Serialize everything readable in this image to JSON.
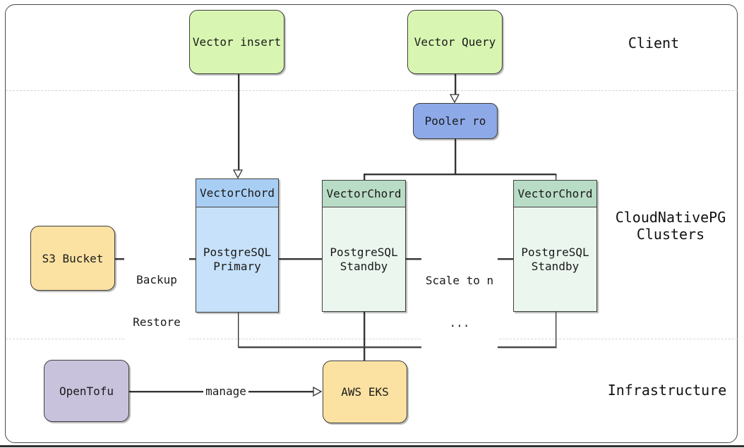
{
  "diagram": {
    "sections": {
      "client": "Client",
      "clusters_line1": "CloudNativePG",
      "clusters_line2": "Clusters",
      "infrastructure": "Infrastructure"
    },
    "nodes": {
      "vector_insert": "Vector insert",
      "vector_query": "Vector Query",
      "pooler": "Pooler ro",
      "primary_header": "VectorChord",
      "primary_line1": "PostgreSQL",
      "primary_line2": "Primary",
      "standby1_header": "VectorChord",
      "standby1_line1": "PostgreSQL",
      "standby1_line2": "Standby",
      "standby2_header": "VectorChord",
      "standby2_line1": "PostgreSQL",
      "standby2_line2": "Standby",
      "s3_bucket": "S3 Bucket",
      "opentofu": "OpenTofu",
      "aws_eks": "AWS EKS"
    },
    "edges": {
      "backup_line1": "Backup",
      "backup_line2": "Restore",
      "scale_line1": "Scale to n",
      "scale_line2": "...",
      "manage": "manage"
    },
    "colors": {
      "client_node_fill": "#d8f6b2",
      "pooler_fill": "#8da9e8",
      "primary_header_fill": "#a9cef4",
      "primary_body_fill": "#c6e1f9",
      "standby_header_fill": "#b9dcc6",
      "standby_body_fill": "#eaf6ee",
      "amazon_fill": "#fce2a2",
      "opentofu_fill": "#c9c2dd",
      "node_border": "#3f3f3f",
      "connector": "#333333",
      "divider": "#d4d4d4"
    }
  }
}
